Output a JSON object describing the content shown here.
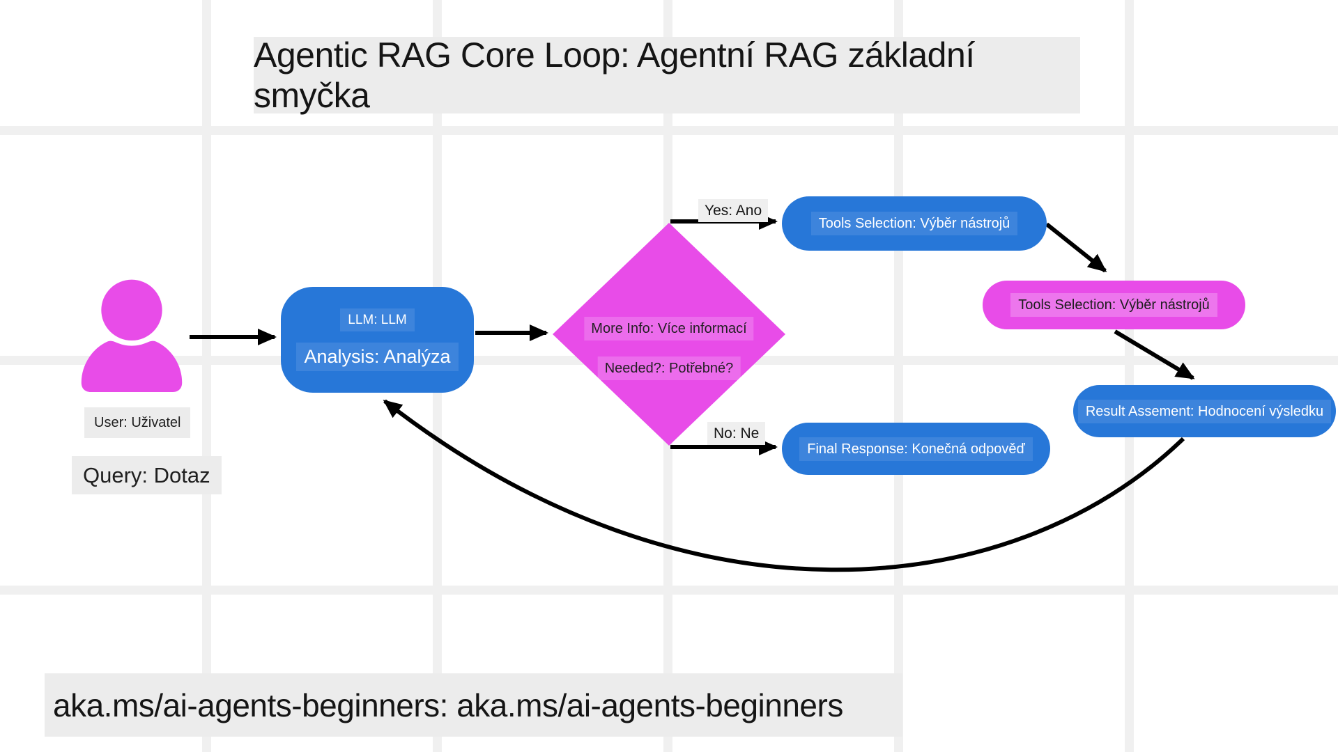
{
  "title": "Agentic RAG Core Loop: Agentní RAG základní smyčka",
  "footer": "aka.ms/ai-agents-beginners: aka.ms/ai-agents-beginners",
  "user": {
    "icon": "person-icon",
    "name_label": "User: Uživatel",
    "query_label": "Query: Dotaz"
  },
  "nodes": {
    "llm": {
      "line1": "LLM: LLM",
      "line2": "Analysis: Analýza"
    },
    "decision": {
      "line1": "More Info: Více informací",
      "line2": "Needed?: Potřebné?"
    },
    "tools_selection": {
      "label": "Tools Selection: Výběr nástrojů"
    },
    "tools_selection_2": {
      "label": "Tools Selection: Výběr nástrojů"
    },
    "result_assessment": {
      "label": "Result Assement: Hodnocení výsledku"
    },
    "final_response": {
      "label": "Final Response: Konečná odpověď"
    }
  },
  "edges": {
    "yes_label": "Yes: Ano",
    "no_label": "No: Ne"
  },
  "colors": {
    "node_blue": "#2777d8",
    "node_magenta": "#e84ce8",
    "label_bg": "#ececec",
    "grid_line": "#f0f0f0",
    "arrow": "#000000"
  }
}
